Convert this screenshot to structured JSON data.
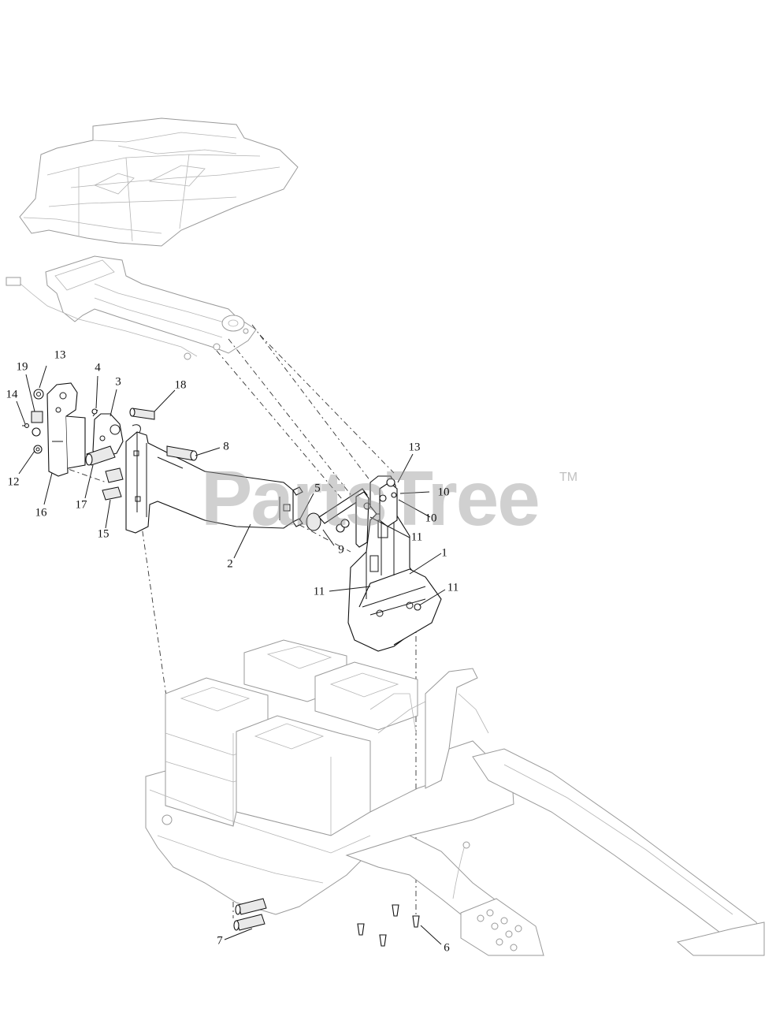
{
  "watermark": {
    "text": "PartsTree",
    "trademark": "TM"
  },
  "colors": {
    "ink": "#111111",
    "ghost": "#9a9a9a",
    "watermark": "#969696",
    "background": "#ffffff"
  },
  "callouts": [
    {
      "id": "c13a",
      "label": "13"
    },
    {
      "id": "c19",
      "label": "19"
    },
    {
      "id": "c4",
      "label": "4"
    },
    {
      "id": "c3",
      "label": "3"
    },
    {
      "id": "c18",
      "label": "18"
    },
    {
      "id": "c14",
      "label": "14"
    },
    {
      "id": "c8",
      "label": "8"
    },
    {
      "id": "c12",
      "label": "12"
    },
    {
      "id": "c16",
      "label": "16"
    },
    {
      "id": "c17",
      "label": "17"
    },
    {
      "id": "c15",
      "label": "15"
    },
    {
      "id": "c2",
      "label": "2"
    },
    {
      "id": "c5",
      "label": "5"
    },
    {
      "id": "c9",
      "label": "9"
    },
    {
      "id": "c13b",
      "label": "13"
    },
    {
      "id": "c10a",
      "label": "10"
    },
    {
      "id": "c10b",
      "label": "10"
    },
    {
      "id": "c11a",
      "label": "11"
    },
    {
      "id": "c1",
      "label": "1"
    },
    {
      "id": "c11b",
      "label": "11"
    },
    {
      "id": "c11c",
      "label": "11"
    },
    {
      "id": "c7",
      "label": "7"
    },
    {
      "id": "c6",
      "label": "6"
    }
  ]
}
